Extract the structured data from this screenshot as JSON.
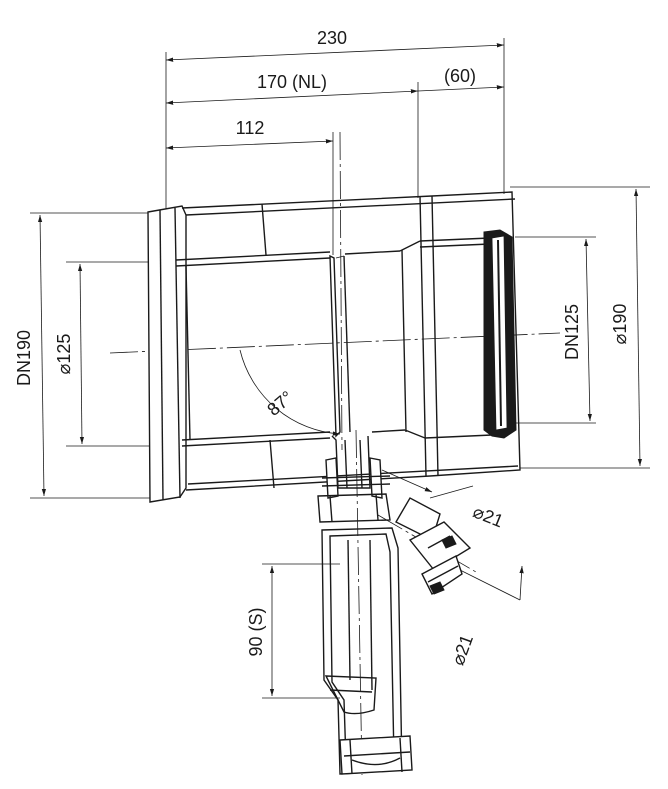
{
  "dimensions": {
    "overall_length": "230",
    "nominal_length": "170 (NL)",
    "extension": "60",
    "branch_offset": "112",
    "outer_dn": "DN190",
    "inner_dia": "125",
    "right_dn": "DN125",
    "right_dia": "190",
    "angle": "87°",
    "port_dia_upper": "21",
    "port_dia_lower": "21",
    "seal_height": "90 (S)"
  },
  "symbols": {
    "diameter": "⌀"
  },
  "colors": {
    "line": "#1a1a1a",
    "background": "#ffffff"
  }
}
